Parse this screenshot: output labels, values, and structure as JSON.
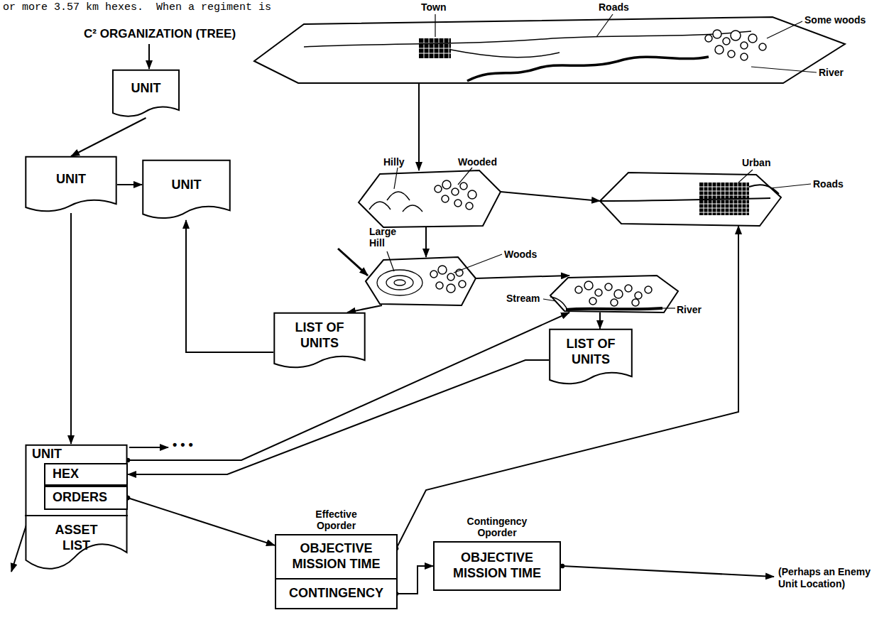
{
  "diagram": {
    "nodes": [
      {
        "text": [
          "Town",
          "Roads",
          "Some woods",
          "River"
        ]
      },
      {
        "text": [
          "UNIT"
        ]
      },
      {
        "text": [
          "Hilly",
          "Wooded"
        ]
      },
      {
        "text": [
          "Urban",
          "Roads"
        ]
      },
      {
        "text": [
          "UNIT"
        ]
      },
      {
        "text": [
          "UNIT"
        ]
      },
      {
        "text": [
          "Large Hill",
          "Woods"
        ]
      },
      {
        "text": [
          "Stream",
          "River"
        ]
      },
      {
        "text": [
          "LIST OF UNITS"
        ]
      },
      {
        "text": [
          "LIST OF UNITS"
        ]
      },
      {
        "text": [
          "UNIT"
        ]
      },
      {
        "text": [
          "HEX"
        ],
        "in": 10
      },
      {
        "text": [
          "ORDERS"
        ],
        "in": 10
      },
      {
        "text": [
          "ASSET LIST"
        ],
        "in": 10
      },
      {
        "text": [
          "Effective Oporder"
        ]
      },
      {
        "text": [
          "OBJECTIVE MISSION TIME"
        ],
        "in": 14
      },
      {
        "text": [
          "CONTINGENCY"
        ],
        "in": 14
      },
      {
        "text": [
          "Contingency Oporder",
          "OBJECTIVE MISSION TIME"
        ]
      }
    ],
    "edges": [
      {
        "from": 1,
        "to": 4,
        "arrow": "to"
      },
      {
        "from": 4,
        "to": 5,
        "arrow": "to"
      },
      {
        "from": 4,
        "to": 10,
        "arrow": "to"
      },
      {
        "from": 8,
        "to": 5,
        "arrow": "to"
      },
      {
        "from": 0,
        "to": 2,
        "arrow": "to"
      },
      {
        "from": 2,
        "to": 3,
        "arrow": "to"
      },
      {
        "from": 2,
        "to": 6,
        "arrow": "to"
      },
      {
        "from": 6,
        "to": 8,
        "arrow": "to"
      },
      {
        "from": 6,
        "to": 7,
        "arrow": "to"
      },
      {
        "from": 7,
        "to": 9,
        "arrow": "to"
      },
      {
        "from": 9,
        "to": 11,
        "arrow": "to"
      },
      {
        "from": 10,
        "to": 7,
        "arrow": "to"
      },
      {
        "from": 12,
        "to": 14,
        "arrow": "to"
      },
      {
        "from": 15,
        "to": 3,
        "arrow": "to"
      },
      {
        "from": 16,
        "to": 17,
        "arrow": "to"
      }
    ],
    "labels": [
      "or more 3.57 km hexes.  When a regiment is",
      "C² ORGANIZATION (TREE)",
      "• • •",
      "(Perhaps an Enemy Unit Location)"
    ]
  }
}
